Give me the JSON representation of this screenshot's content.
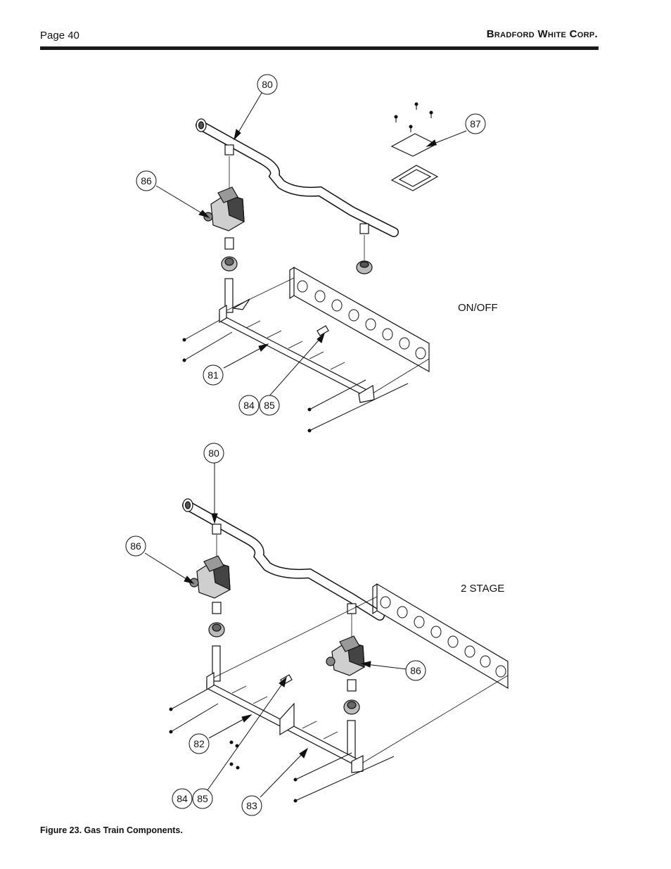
{
  "header": {
    "page_label": "Page 40",
    "company": "Bradford White Corp."
  },
  "figure": {
    "caption": "Figure 23. Gas Train Components.",
    "sections": [
      {
        "label": "ON/OFF"
      },
      {
        "label": "2 STAGE"
      }
    ],
    "callouts": [
      "80",
      "87",
      "86",
      "81",
      "84",
      "85",
      "80",
      "86",
      "86",
      "82",
      "84",
      "85",
      "83"
    ]
  }
}
